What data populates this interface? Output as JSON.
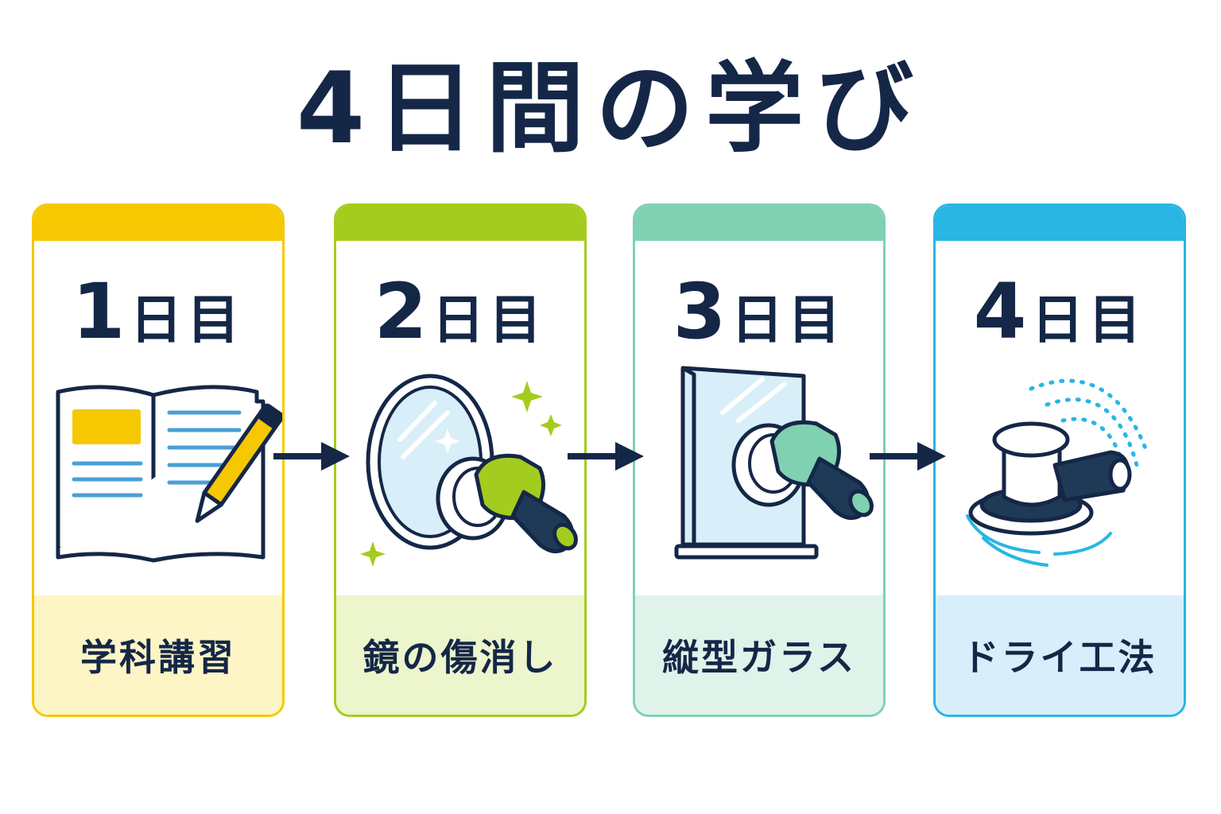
{
  "title": "4日間の学び",
  "colors": {
    "navy": "#152747",
    "day1": "#f6c802",
    "day2": "#a4cc1e",
    "day3": "#7fd1b1",
    "day4": "#29b6e3"
  },
  "cards": [
    {
      "number": "1",
      "suffix": "日目",
      "label": "学科講習",
      "icon": "open-book-pencil-icon"
    },
    {
      "number": "2",
      "suffix": "日目",
      "label": "鏡の傷消し",
      "icon": "mirror-polisher-icon"
    },
    {
      "number": "3",
      "suffix": "日目",
      "label": "縦型ガラス",
      "icon": "vertical-glass-polisher-icon"
    },
    {
      "number": "4",
      "suffix": "日目",
      "label": "ドライ工法",
      "icon": "orbital-sander-icon"
    }
  ]
}
